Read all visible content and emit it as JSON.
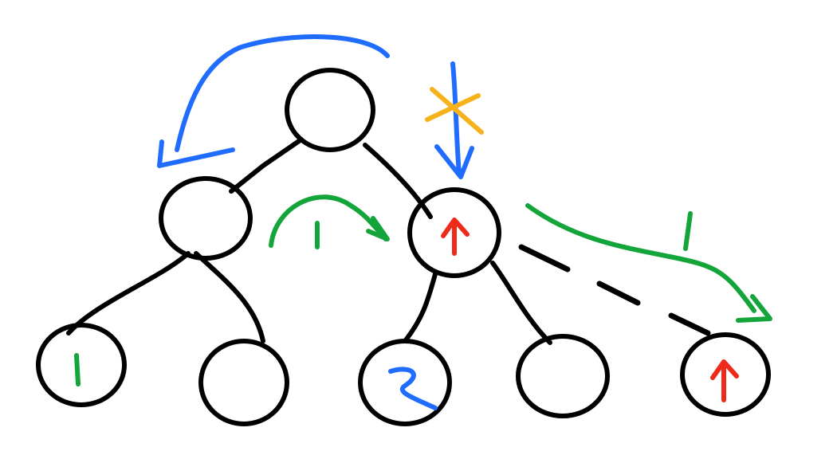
{
  "colors": {
    "ink": "#000000",
    "blue": "#1f6cff",
    "green": "#13a53a",
    "red": "#ee2a1a",
    "yellow": "#f5b21b"
  },
  "nodes": {
    "root": "",
    "left": "",
    "right_marked": "↑",
    "leaf_left_left": "1",
    "leaf_left_right": "",
    "leaf_right_left": "2",
    "leaf_right_right": "",
    "extra_marked": "↑"
  },
  "annotations": {
    "step_label_a": "1",
    "step_label_b": "1",
    "crossed_arrow_icon": "cross-mark-icon"
  }
}
